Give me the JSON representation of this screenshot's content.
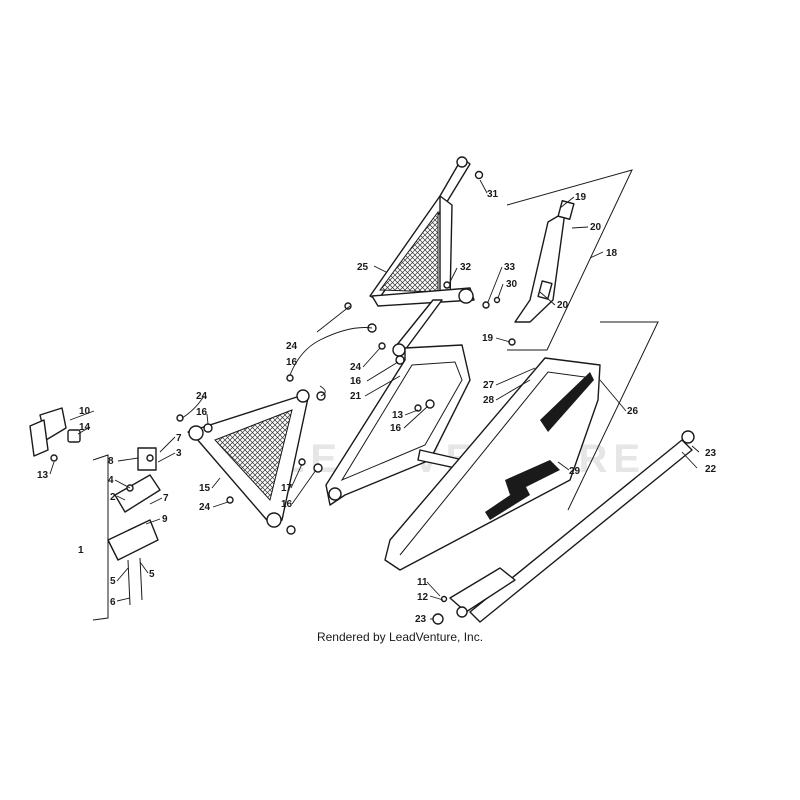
{
  "credit": "Rendered by LeadVenture, Inc.",
  "watermark": "LEADVENTURE",
  "callouts": {
    "c1": "1",
    "c2": "2",
    "c3": "3",
    "c4": "4",
    "c5a": "5",
    "c5b": "5",
    "c6": "6",
    "c7a": "7",
    "c7b": "7",
    "c8": "8",
    "c9": "9",
    "c10": "10",
    "c11": "11",
    "c12": "12",
    "c13a": "13",
    "c13b": "13",
    "c14": "14",
    "c15": "15",
    "c16a": "16",
    "c16b": "16",
    "c16c": "16",
    "c16d": "16",
    "c16e": "16",
    "c17": "17",
    "c18": "18",
    "c19a": "19",
    "c19b": "19",
    "c20a": "20",
    "c20b": "20",
    "c21": "21",
    "c22": "22",
    "c23a": "23",
    "c23b": "23",
    "c24a": "24",
    "c24b": "24",
    "c24c": "24",
    "c24d": "24",
    "c25": "25",
    "c26": "26",
    "c27": "27",
    "c28": "28",
    "c29": "29",
    "c30": "30",
    "c31": "31",
    "c32": "32",
    "c33": "33"
  }
}
